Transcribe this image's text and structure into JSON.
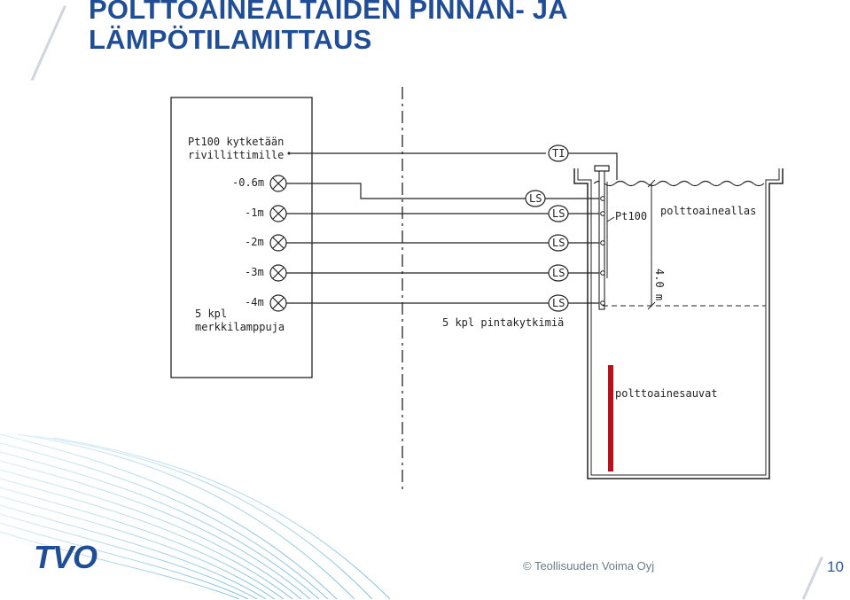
{
  "slide": {
    "title_line1": "POLTTOAINEALTAIDEN PINNAN- JA",
    "title_line2": "LÄMPÖTILAMITTAUS",
    "copyright": "© Teollisuuden Voima Oyj",
    "page_number": "10",
    "logo": "TVO"
  },
  "diagram": {
    "panel_label_1": "Pt100 kytketään",
    "panel_label_2": "rivillittimille",
    "lamp_labels": [
      "-0.6m",
      "-1m",
      "-2m",
      "-3m",
      "-4m"
    ],
    "lamps_label_1": "5 kpl",
    "lamps_label_2": "merkkilamppuja",
    "ti_label": "TI",
    "ls_label": "LS",
    "switches_label": "5 kpl pintakytkimiä",
    "pt100_label": "Pt100",
    "pool_label": "polttoaineallas",
    "depth_label": "4.0 m",
    "rods_label": "polttoainesauvat"
  },
  "colors": {
    "title": "#1f4e96",
    "rod": "#b3141b",
    "line": "#222222",
    "accent_wave": "#a9d4ea"
  }
}
